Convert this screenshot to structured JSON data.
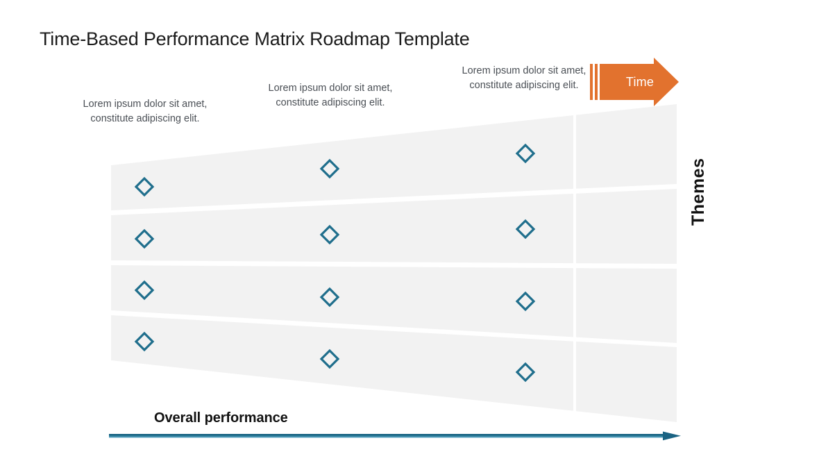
{
  "slide": {
    "title": "Time-Based Performance Matrix Roadmap Template",
    "background_color": "#ffffff"
  },
  "colors": {
    "title_text": "#1b1b1b",
    "caption_text": "#4a4f55",
    "band_fill": "#f2f2f2",
    "band_separator": "#ffffff",
    "diamond_stroke": "#1f6e8c",
    "arrow_orange": "#e2722e",
    "axis_blue": "#1f6e8c",
    "axis_blue_light": "#3f93b5",
    "bold_text": "#111111"
  },
  "columns": [
    {
      "id": "column-1",
      "caption": "Lorem ipsum dolor sit amet, constitute adipiscing elit."
    },
    {
      "id": "column-2",
      "caption": "Lorem ipsum dolor sit amet, constitute adipiscing elit."
    },
    {
      "id": "column-3",
      "caption": "Lorem ipsum dolor sit amet, constitute adipiscing elit."
    }
  ],
  "time_arrow": {
    "label": "Time",
    "direction": "right",
    "stripe_count": 2
  },
  "axes": {
    "horizontal": {
      "label": "Overall performance",
      "direction": "right"
    },
    "vertical": {
      "label": "Themes",
      "orientation": "rotated-90"
    }
  },
  "chart_data": {
    "type": "scatter",
    "title": "Time-Based Performance Matrix Roadmap Template",
    "xlabel": "Overall performance",
    "ylabel": "Themes",
    "grid": false,
    "legend": null,
    "rows": 4,
    "columns": 3,
    "marker": "diamond-outline",
    "marker_color": "#1f6e8c",
    "band_fill": "#f2f2f2",
    "series": [
      {
        "name": "column-1",
        "points": [
          {
            "row": 1,
            "x": 208,
            "y": 269
          },
          {
            "row": 2,
            "x": 208,
            "y": 344
          },
          {
            "row": 3,
            "x": 208,
            "y": 418
          },
          {
            "row": 4,
            "x": 208,
            "y": 492
          }
        ]
      },
      {
        "name": "column-2",
        "points": [
          {
            "row": 1,
            "x": 475,
            "y": 243
          },
          {
            "row": 2,
            "x": 475,
            "y": 338
          },
          {
            "row": 3,
            "x": 475,
            "y": 428
          },
          {
            "row": 4,
            "x": 475,
            "y": 517
          }
        ]
      },
      {
        "name": "column-3",
        "points": [
          {
            "row": 1,
            "x": 757,
            "y": 221
          },
          {
            "row": 2,
            "x": 757,
            "y": 330
          },
          {
            "row": 3,
            "x": 757,
            "y": 434
          },
          {
            "row": 4,
            "x": 757,
            "y": 536
          }
        ]
      }
    ],
    "bands": [
      {
        "row": 1,
        "left_top": 238,
        "left_bottom": 303,
        "right_top": 150,
        "right_bottom": 265
      },
      {
        "row": 2,
        "left_top": 310,
        "left_bottom": 375,
        "right_top": 272,
        "right_bottom": 380
      },
      {
        "row": 3,
        "left_top": 382,
        "left_bottom": 447,
        "right_top": 387,
        "right_bottom": 494
      },
      {
        "row": 4,
        "left_top": 454,
        "left_bottom": 519,
        "right_top": 500,
        "right_bottom": 608
      }
    ],
    "separator_x": 828,
    "shape_left_x": 160,
    "shape_right_x": 975
  }
}
